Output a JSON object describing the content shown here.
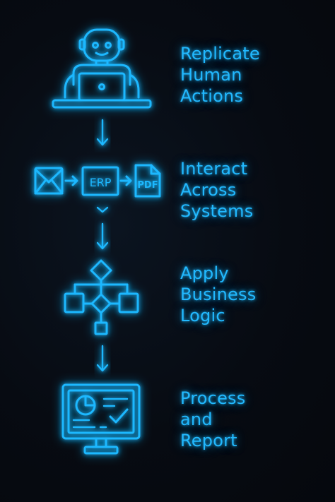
{
  "steps": [
    {
      "lines": [
        "Replicate",
        "Human",
        "Actions"
      ],
      "icon": "robot-at-laptop-icon"
    },
    {
      "lines": [
        "Interact",
        "Across",
        "Systems"
      ],
      "icon": "email-erp-pdf-icon"
    },
    {
      "lines": [
        "Apply",
        "Business",
        "Logic"
      ],
      "icon": "flowchart-icon"
    },
    {
      "lines": [
        "Process",
        "and",
        "Report"
      ],
      "icon": "dashboard-monitor-icon"
    }
  ],
  "icon_text": {
    "erp": "ERP",
    "pdf": "PDF"
  },
  "colors": {
    "background": "#06090f",
    "neon": "#1fb8ff"
  }
}
